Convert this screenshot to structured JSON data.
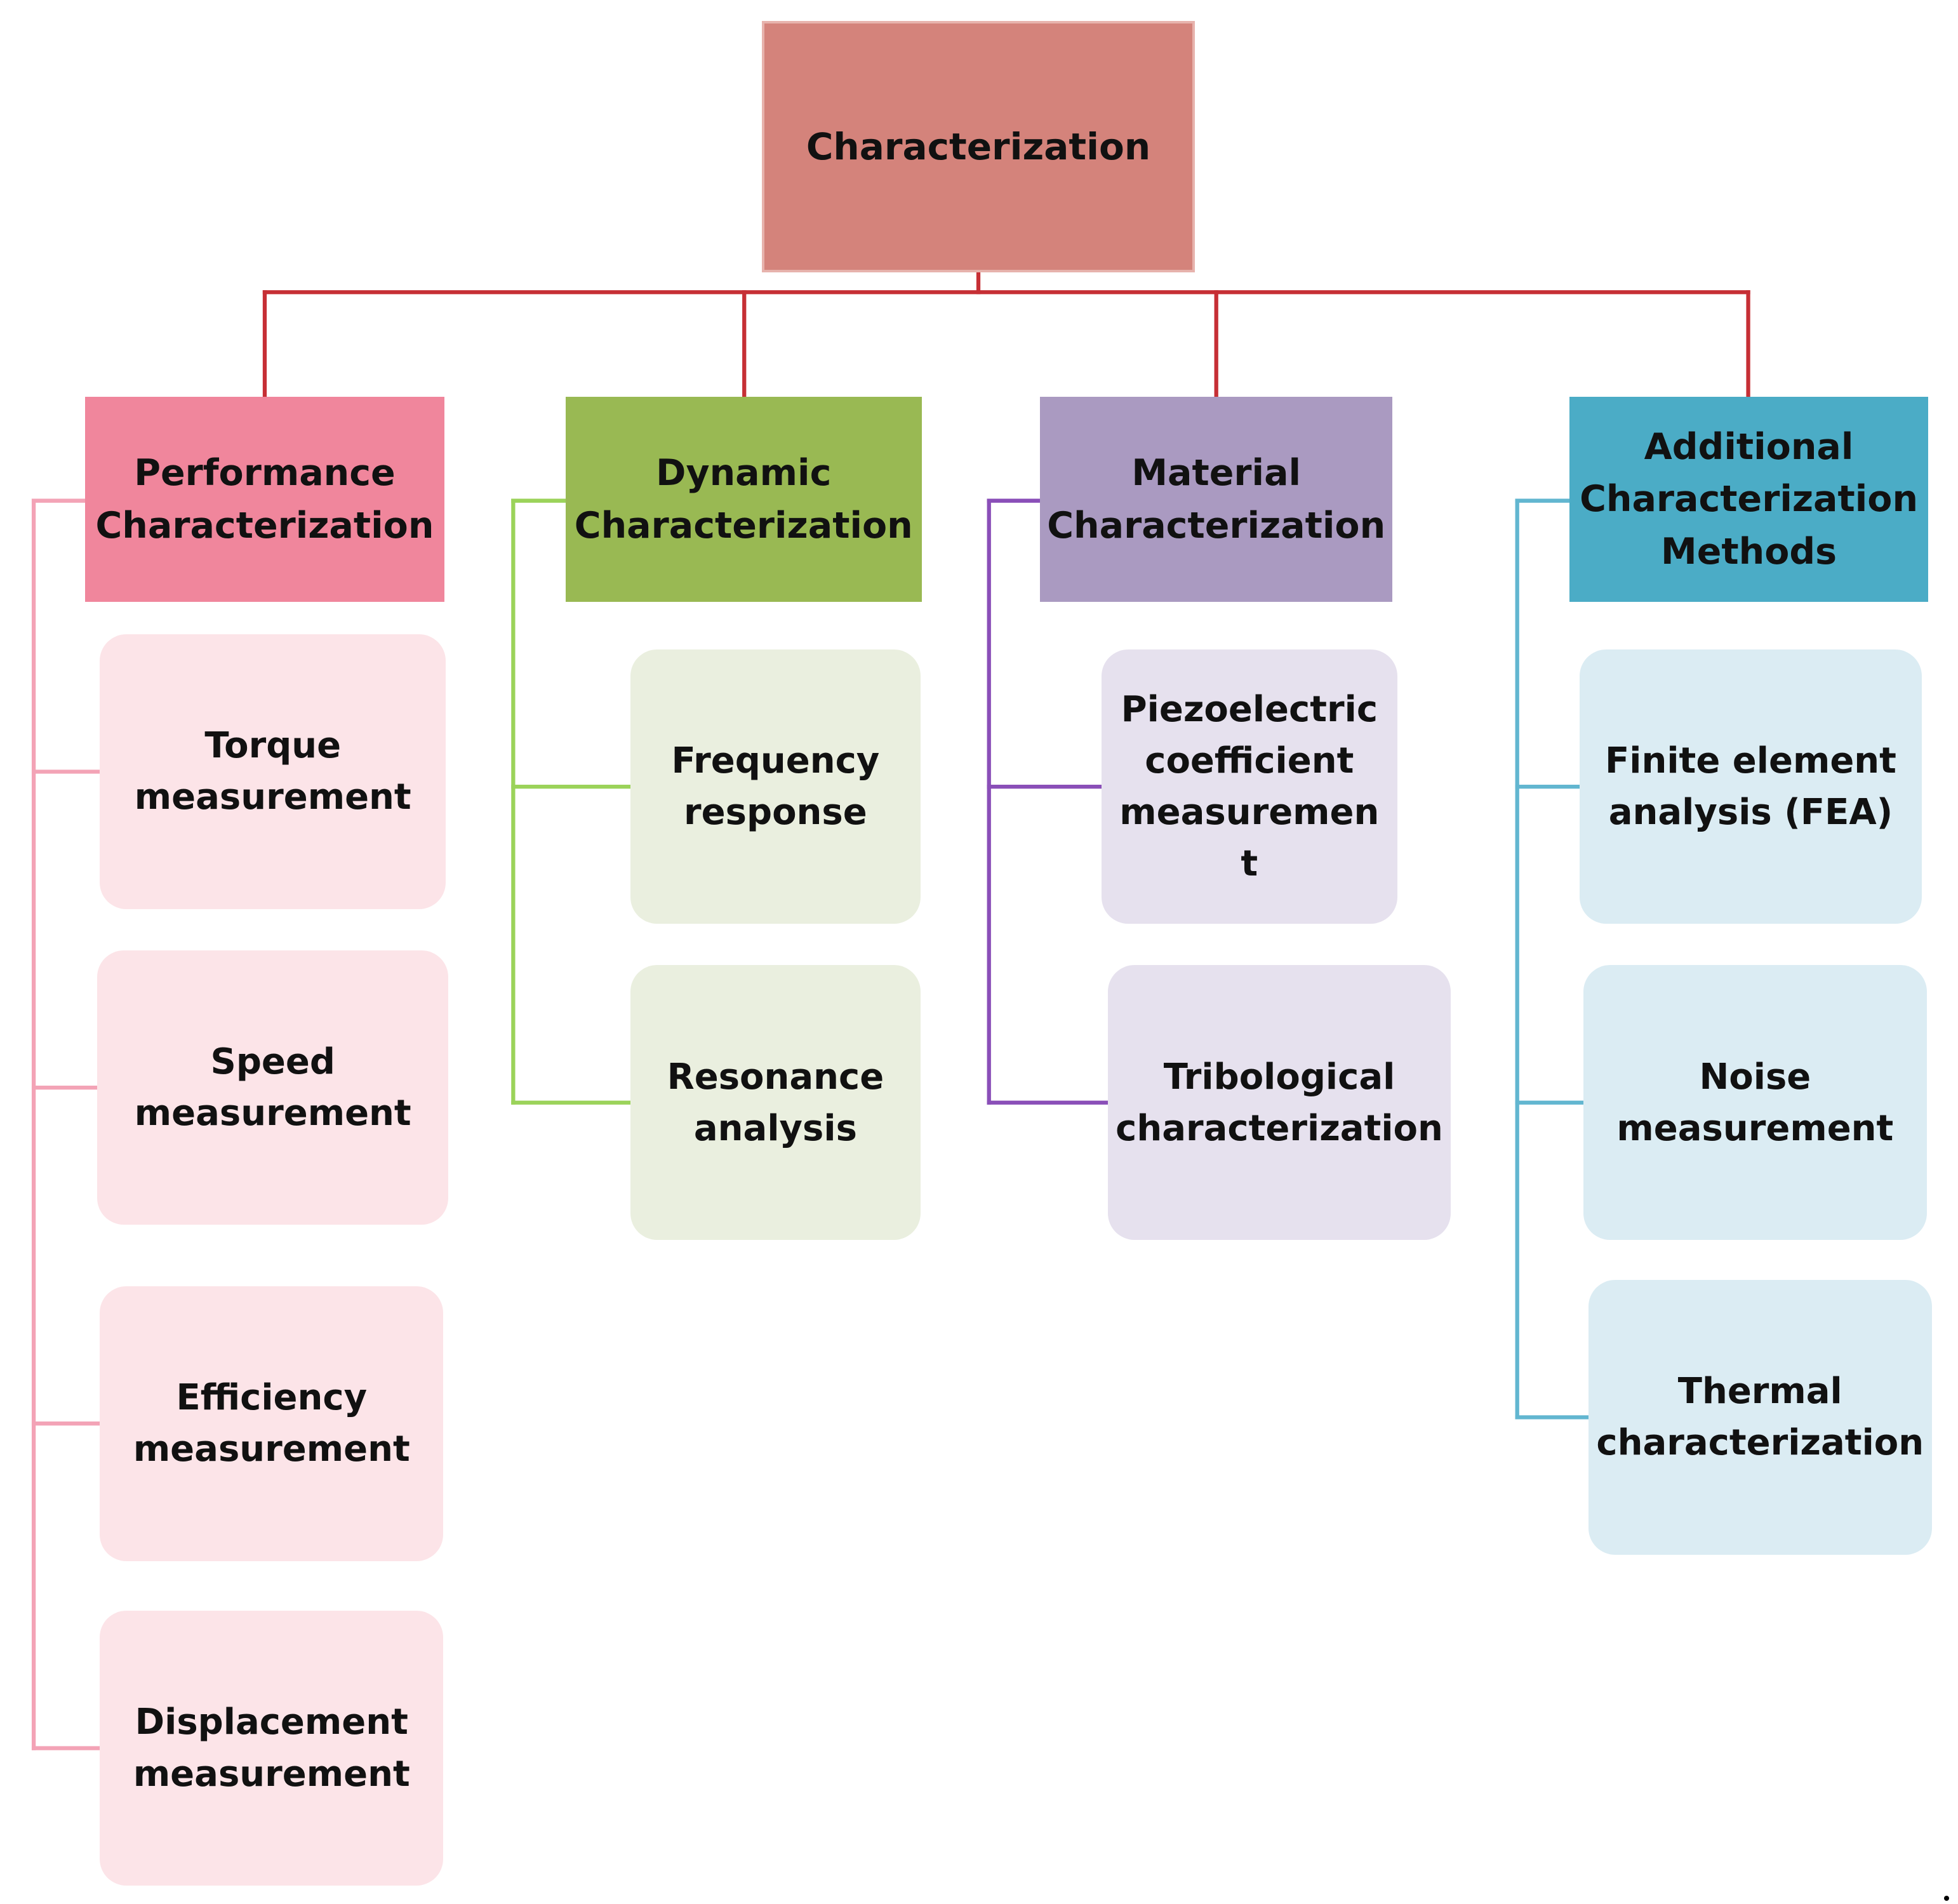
{
  "root": {
    "label": "Characterization"
  },
  "categories": [
    {
      "id": "performance",
      "label": "Performance\nCharacterization",
      "colors": {
        "header": "#f0869c",
        "leaf": "#fce4e8",
        "line": "#f3a3b6"
      },
      "children": [
        "Torque\nmeasurement",
        "Speed\nmeasurement",
        "Efficiency\nmeasurement",
        "Displacement\nmeasurement"
      ]
    },
    {
      "id": "dynamic",
      "label": "Dynamic\nCharacterization",
      "colors": {
        "header": "#99b953",
        "leaf": "#eaefdf",
        "line": "#9bd35a"
      },
      "children": [
        "Frequency\nresponse",
        "Resonance\nanalysis"
      ]
    },
    {
      "id": "material",
      "label": "Material\nCharacterization",
      "colors": {
        "header": "#aa9ac1",
        "leaf": "#e6e1ee",
        "line": "#8a4fb8"
      },
      "children": [
        "Piezoelectric\ncoefficient\nmeasuremen\nt",
        "Tribological\ncharacterization"
      ]
    },
    {
      "id": "additional",
      "label": "Additional\nCharacterization\nMethods",
      "colors": {
        "header": "#4bacc6",
        "leaf": "#dbecf3",
        "line": "#62b6d0"
      },
      "children": [
        "Finite element\nanalysis (FEA)",
        "Noise\nmeasurement",
        "Thermal\ncharacterization"
      ]
    }
  ],
  "colors": {
    "root_fill": "#d4837b",
    "trunk_line": "#c62f35"
  }
}
